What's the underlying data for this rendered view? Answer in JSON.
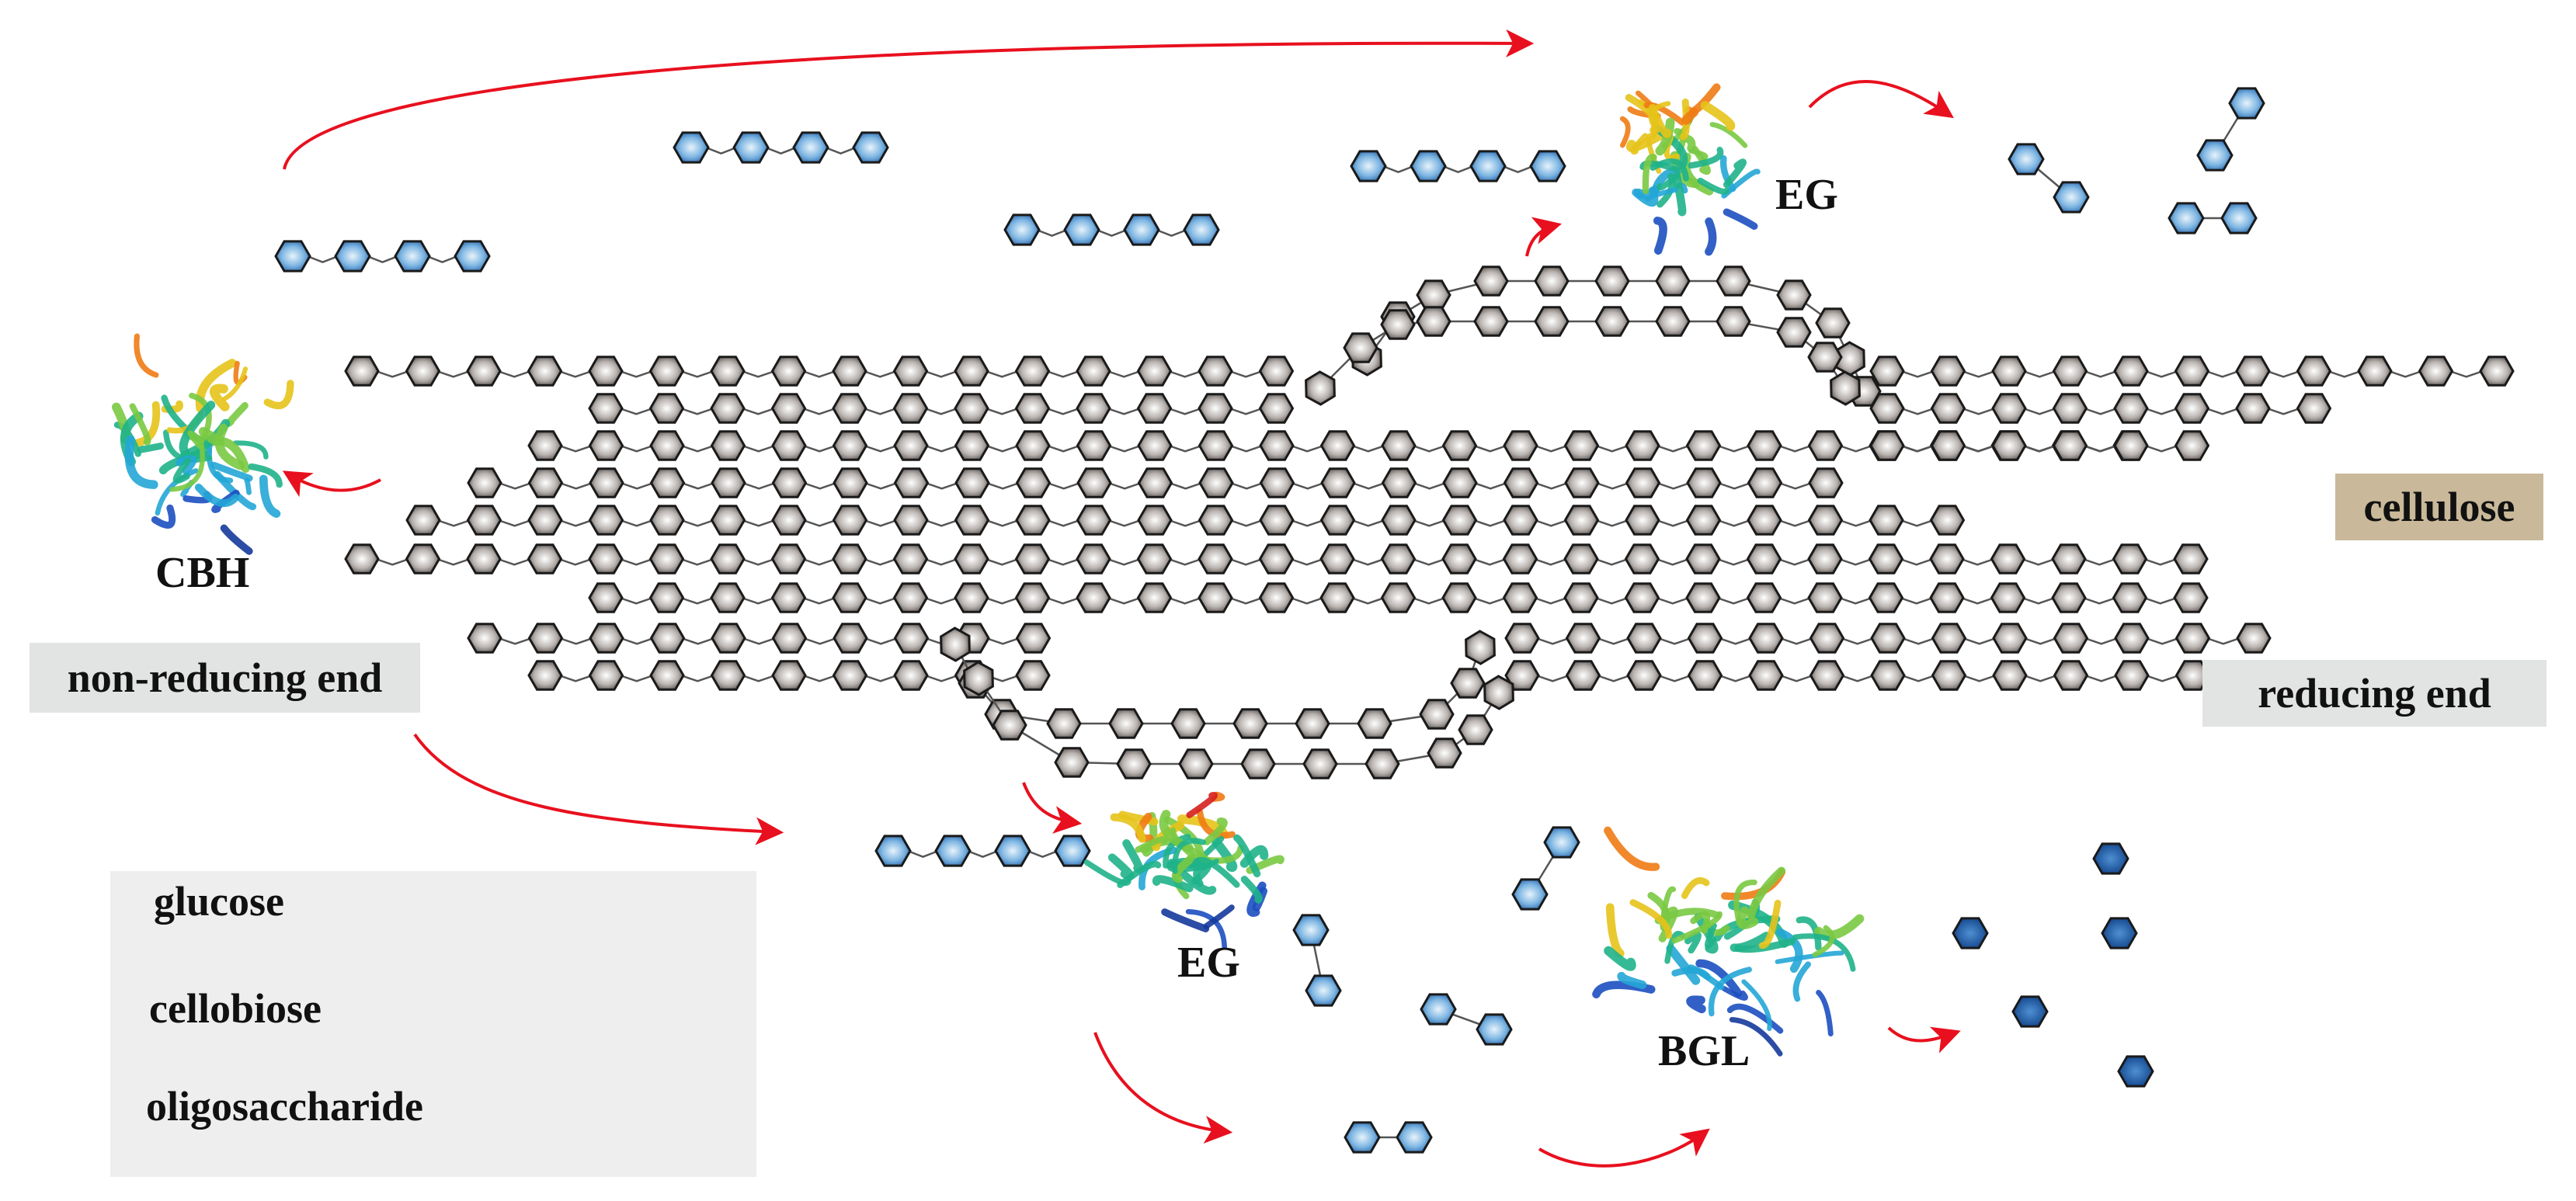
{
  "labels": {
    "cbh": "CBH",
    "eg_top": "EG",
    "eg_bottom": "EG",
    "bgl": "BGL",
    "non_reducing_end": "non-reducing end",
    "reducing_end": "reducing end",
    "cellulose": "cellulose"
  },
  "legend": {
    "items": [
      {
        "label": "glucose",
        "icon": "glucose-unit-icon"
      },
      {
        "label": "cellobiose",
        "icon": "cellobiose-icon"
      },
      {
        "label": "oligosaccharide",
        "icon": "oligosaccharide-icon"
      }
    ]
  },
  "colors": {
    "cellulose_unit": "#8a8380",
    "sugar_blue": "#2f6db3",
    "glucose_dark": "#1a4f95",
    "arrow_red": "#e8101e",
    "label_box_gray": "#e2e3e3",
    "cellulose_box": "#c9b99a",
    "legend_bg": "#eeeeee"
  }
}
